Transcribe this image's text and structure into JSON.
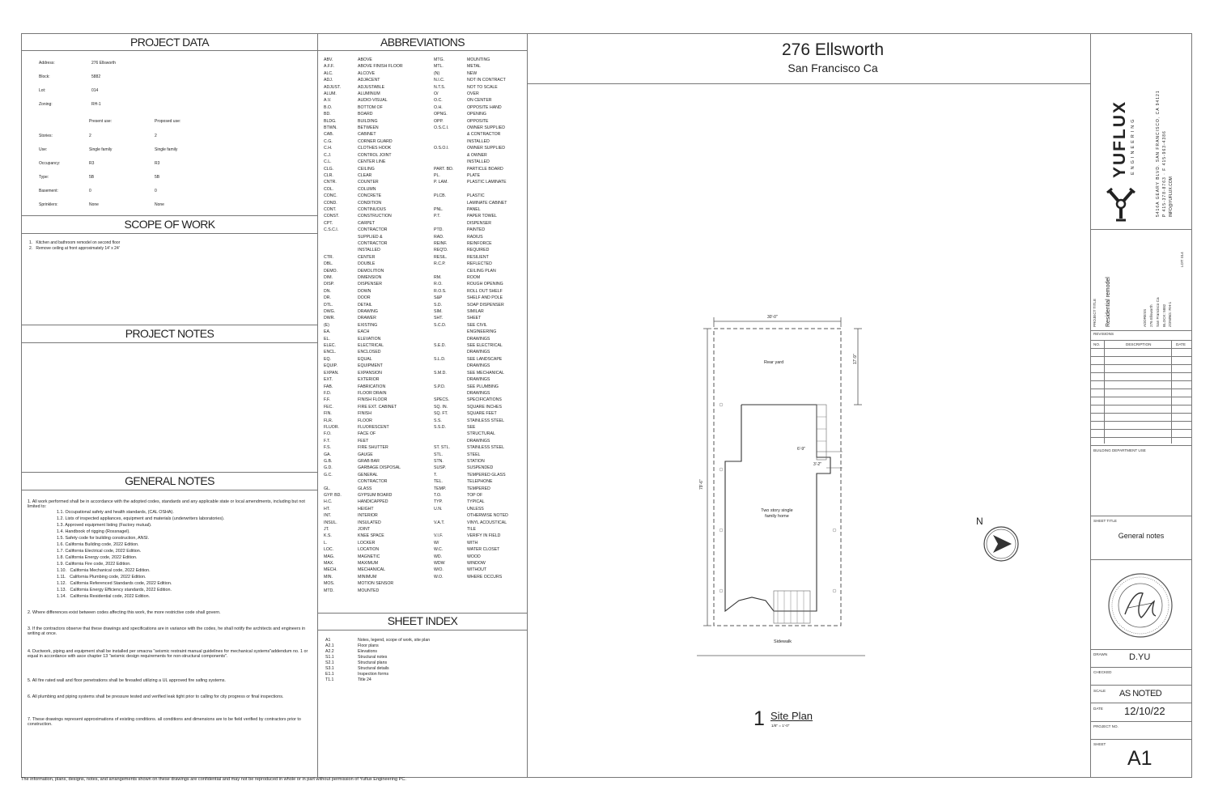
{
  "project_data": {
    "title": "PROJECT DATA",
    "address_label": "Address:",
    "address": "276 Ellsworth",
    "block_label": "Block:",
    "block": "5882",
    "lot_label": "Lot:",
    "lot": "014",
    "zoning_label": "Zoning:",
    "zoning": "RH-1",
    "present_use_header": "Present use:",
    "proposed_use_header": "Proposed use:",
    "rows": [
      {
        "label": "Stories:",
        "present": "2",
        "proposed": "2"
      },
      {
        "label": "Use:",
        "present": "Single family",
        "proposed": "Single family"
      },
      {
        "label": "Occupancy:",
        "present": "R3",
        "proposed": "R3"
      },
      {
        "label": "Type:",
        "present": "5B",
        "proposed": "5B"
      },
      {
        "label": "Basement:",
        "present": "0",
        "proposed": "0"
      },
      {
        "label": "Sprinklers:",
        "present": "None",
        "proposed": "None"
      }
    ]
  },
  "scope_of_work": {
    "title": "SCOPE OF WORK",
    "items": [
      "1.   Kitchen and bathroom remodel on second floor",
      "2.   Remove ceiling at front approximately 14' x 24'"
    ]
  },
  "project_notes": {
    "title": "PROJECT NOTES"
  },
  "general_notes": {
    "title": "GENERAL NOTES",
    "n1": "1. All work performed shall be in accordance with the adopted codes, standards and any applicable state or local amendments, including but not limited to:",
    "sub": [
      "1.1. Occupational safety and health standards, (CAL OSHA).",
      "1.2. Lists of inspected appliances, equipment and materials (underwriters laboratories).",
      "1.3. Approved equipment listing (Factory mutual).",
      "1.4. Handbook of rigging (Rossnagel).",
      "1.5. Safety code for building construction, ANSI.",
      "1.6. California Building code, 2022 Edition.",
      "1.7. California Electrical code, 2022 Edition.",
      "1.8. California Energy code, 2022 Edition.",
      "1.9. California Fire code, 2022 Edition.",
      "1.10.   California Mechanical code, 2022 Edition.",
      "1.11.   California Plumbing code, 2022 Edition.",
      "1.12.   California Referenced Standards code, 2022 Edition.",
      "1.13.   California Energy Efficiency standards, 2022 Edition.",
      "1.14.   California Residential code, 2022 Edition."
    ],
    "n2": "2. Where differences exist between codes affecting this work, the more restrictive code shall govern.",
    "n3": "3. If the contractors observe that these drawings and specifications are in variance with the codes, he shall notify the architects and engineers in writing at once.",
    "n4": "4. Ductwork, piping and equipment shall be installed per smacna \"seismic restraint manual guidelines for mechanical systems\"addendum no. 1 or equal in accordance with asce chapter 13 \"seismic design requirements for non-structural components\".",
    "n5": "5. All fire rated wall and floor penetrations shall be firesafed utilizing a UL approved fire safing systems.",
    "n6": "6. All plumbing and piping systems shall be pressure tested and verified leak tight prior to calling for city progress or final inspections.",
    "n7": "7. These drawings represent approximations of existing conditions.  all conditions and dimensions are to be field verified by contractors prior to construction."
  },
  "abbreviations": {
    "title": "ABBREVIATIONS",
    "left_abbr": "ABV.\nA.F.F.\nALC.\nADJ.\nADJUST.\nALUM.\nA.V.\nB.O.\nBD.\nBLDG.\nBTWN.\nCAB.\nC.G.\nC.H.\nC.J.\nC.L.\nCLG.\nCLR.\nCNTR.\nCOL.\nCONC.\nCOND.\nCONT.\nCONST.\nCPT.\nC.S.C.I.\n\n\n\nCTR.\nDBL.\nDEMO.\nDIM.\nDISP.\nDN.\nDR.\nDTL.\nDWG.\nDWR.\n(E)\nEA.\nEL.\nELEC.\nENCL.\nEQ.\nEQUIP.\nEXPAN.\nEXT.\nFAB.\nF.D.\nF.F.\nFEC.\nFIN.\nFLR.\nFLUOR.\nF.O.\nF.T.\nF.S.\nGA.\nG.B.\nG.D.\nG.C.\n\nGL.\nGYP. BD.\nH.C.\nHT.\nINT.\nINSUL.\nJT.\nK.S.\nL.\nLOC.\nMAG.\nMAX.\nMECH.\nMIN.\nMOS.\nMTD.",
    "left_desc": "ABOVE\nABOVE FINISH FLOOR\nALCOVE\nADJACENT\nADJUSTABLE\nALUMINUM\nAUDIO-VISUAL\nBOTTOM OF\nBOARD\nBUILDING\nBETWEEN\nCABINET\nCORNER GUARD\nCLOTHES HOOK\nCONTROL JOINT\nCENTER LINE\nCEILING\nCLEAR\nCOUNTER\nCOLUMN\nCONCRETE\nCONDITION\nCONTINUOUS\nCONSTRUCTION\nCARPET\nCONTRACTOR\nSUPPLIED &\nCONTRACTOR\nINSTALLED\nCENTER\nDOUBLE\nDEMOLITION\nDIMENSION\nDISPENSER\nDOWN\nDOOR\nDETAIL\nDRAWING\nDRAWER\nEXISTING\nEACH\nELEVATION\nELECTRICAL\nENCLOSED\nEQUAL\nEQUIPMENT\nEXPANSION\nEXTERIOR\nFABRICATION\nFLOOR DRAIN\nFINISH FLOOR\nFIRE EXT. CABINET\nFINISH\nFLOOR\nFLUORESCENT\nFACE OF\nFEET\nFIRE SHUTTER\nGAUGE\nGRAB BAR\nGARBAGE DISPOSAL\nGENERAL\nCONTRACTOR\nGLASS\nGYPSUM BOARD\nHANDICAPPED\nHEIGHT\nINTERIOR\nINSULATED\nJOINT\nKNEE SPACE\nLOCKER\nLOCATION\nMAGNETIC\nMAXIMUM\nMECHANICAL\nMINIMUM\nMOTION SENSOR\nMOUNTED",
    "right_abbr": "MTG.\nMTL.\n(N)\nN.I.C.\nN.T.S.\nO/\nO.C.\nO.H.\nOPNG.\nOPP.\nO.S.C.I.\n\n\nO.S.O.I.\n\n\nPART. BD.\nPL.\nP. LAM.\n\nPLCB.\n\nPNL.\nP.T.\n\nPTD.\nRAD.\nREINF.\nREQ'D.\nRESIL.\nR.C.P.\n\nRM.\nR.O.\nR.O.S.\nS&P\nS.D.\nSIM.\nSHT.\nS.C.D.\n\n\nS.E.D.\n\nS.L.D.\n\nS.M.D.\n\nS.P.D.\n\nSPECS.\nSQ. IN.\nSQ. FT.\nS.S.\nS.S.D.\n\n\nST. STL.\nSTL.\nSTN.\nSUSP.\nT.\nTEL.\nTEMP.\nT.O.\nTYP.\nU.N.\n\nV.A.T.\n\nV.I.F.\nW/\nW.C.\nWD.\nWDW\nW/O.\nW.O.",
    "right_desc": "MOUNTING\nMETAL\nNEW\nNOT IN CONTRACT\nNOT TO SCALE\nOVER\nON CENTER\nOPPOSITE HAND\nOPENING\nOPPOSITE\nOWNER SUPPLIED\n& CONTRACTOR\nINSTALLED\nOWNER SUPPLIED\n& OWNER\nINSTALLED\nPARTICLE BOARD\nPLATE\nPLASTIC LAMINATE\n\nPLASTIC\nLAMINATE CABINET\nPANEL\nPAPER TOWEL\nDISPENSER\nPAINTED\nRADIUS\nREINFORCE\nREQUIRED\nRESILIENT\nREFLECTED\nCEILING PLAN\nROOM\nROUGH OPENING\nROLL OUT SHELF\nSHELF AND POLE\nSOAP DISPENSER\nSIMILAR\nSHEET\nSEE CIVIL\nENGINEERING\nDRAWINGS\nSEE ELECTRICAL\nDRAWINGS\nSEE LANDSCAPE\nDRAWINGS\nSEE MECHANICAL\nDRAWINGS\nSEE PLUMBING\nDRAWINGS\nSPECIFICATIONS\nSQUARE INCHES\nSQUARE FEET\nSTAINLESS STEEL\nSEE\nSTRUCTURAL\nDRAWINGS\nSTAINLESS STEEL\nSTEEL\nSTATION\nSUSPENDED\nTEMPERED GLASS\nTELEPHONE\nTEMPERED\nTOP OF\nTYPICAL\nUNLESS\nOTHERWISE NOTED\nVINYL ACOUSTICAL\nTILE\nVERIFY IN FIELD\nWITH\nWATER CLOSET\nWOOD\nWINDOW\nWITHOUT\nWHERE OCCURS"
  },
  "sheet_index": {
    "title": "SHEET INDEX",
    "items": [
      {
        "sheet": "A1",
        "desc": "Notes, legend, scope of work, site plan"
      },
      {
        "sheet": "A2.1",
        "desc": "Floor plans"
      },
      {
        "sheet": "A2.2",
        "desc": "Elevations"
      },
      {
        "sheet": "S1.1",
        "desc": "Structural notes"
      },
      {
        "sheet": "S2.1",
        "desc": "Structural plans"
      },
      {
        "sheet": "S3.1",
        "desc": "Structural details"
      },
      {
        "sheet": "E1.1",
        "desc": "Inspection forms"
      },
      {
        "sheet": "T1.1",
        "desc": "Title 24"
      }
    ]
  },
  "drawing": {
    "title": "276 Ellsworth",
    "subtitle": "San Francisco Ca",
    "site_plan": {
      "width_dim": "30'-0\"",
      "rear_dim": "17'-9\"",
      "depth_dim": "79'-6\"",
      "dim_a": "6'-9\"",
      "dim_b": "3'-2\"",
      "rear_yard": "Rear yard",
      "house_label_1": "Two story single",
      "house_label_2": "family home",
      "sidewalk": "Sidewalk"
    },
    "north_label": "N",
    "view_number": "1",
    "view_title": "Site Plan",
    "view_scale": "1/8\" = 1'-0\""
  },
  "title_block": {
    "company": "YUFLUX",
    "company_sub": "ENGINEERING",
    "company_address": "5416A GEARY BLVD. SAN FRANCISCO, CA 94121",
    "company_phone": "P 415-378-8763 · F 415-963-4386",
    "company_email": "INFO@YUFLUX.COM",
    "project_title_label": "PROJECT TITLE",
    "project_title": "Residential remodel",
    "address_label": "ADDRESS",
    "address_line1": "276 Ellsworth",
    "address_line2": "San Francisco Ca",
    "block_line": "BLOCK: 5882",
    "zoning_line": "ZONING: RH-1",
    "lot_line": "LOT: 014",
    "revisions_label": "REVISIONS",
    "rev_no": "NO.",
    "rev_desc": "DESCRIPTION",
    "rev_date": "DATE",
    "building_dept_label": "BUILDING DEPARTMENT USE",
    "sheet_title_label": "SHEET TITLE",
    "sheet_title": "General notes",
    "drawn_label": "DRAWN",
    "drawn": "D.YU",
    "checked_label": "CHECKED",
    "scale_label": "SCALE",
    "scale": "AS NOTED",
    "date_label": "DATE",
    "date": "12/10/22",
    "project_no_label": "PROJECT NO.",
    "sheet_label": "SHEET",
    "sheet": "A1"
  },
  "footer": "The information, plans, designs, notes, and arrangements shown on these drawings are confidential and may not be reproduced in whole or in part without permission of Yuflux Engineering PC."
}
